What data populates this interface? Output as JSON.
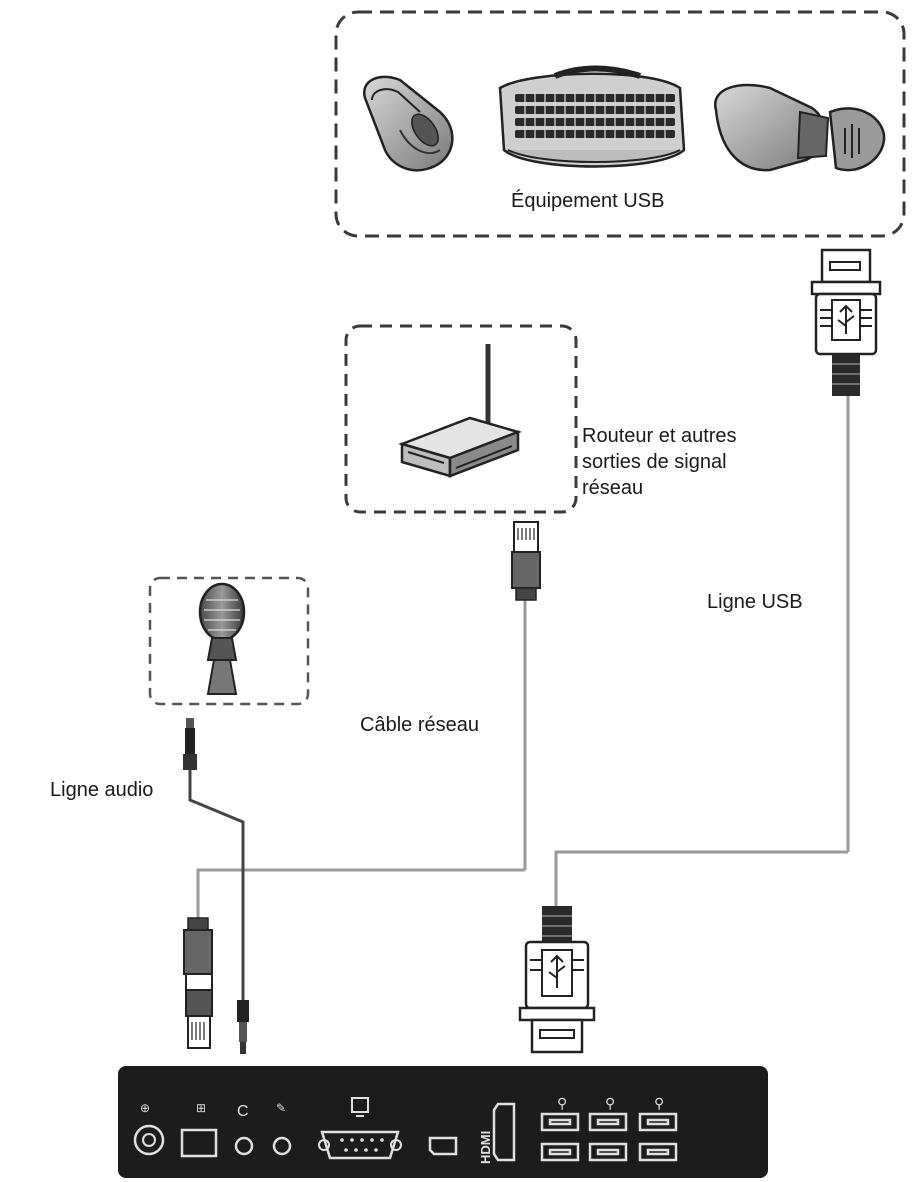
{
  "labels": {
    "usb_equipment": "Équipement USB",
    "router_lines": [
      "Routeur et autres",
      "sorties de signal",
      "réseau"
    ],
    "usb_line": "Ligne USB",
    "network_cable": "Câble réseau",
    "audio_line": "Ligne audio"
  },
  "panel": {
    "hdmi_label": "HDMI"
  },
  "colors": {
    "panel": "#1c1c1c",
    "cable": "#9a9a9a",
    "dash": "#3a3a3a"
  }
}
